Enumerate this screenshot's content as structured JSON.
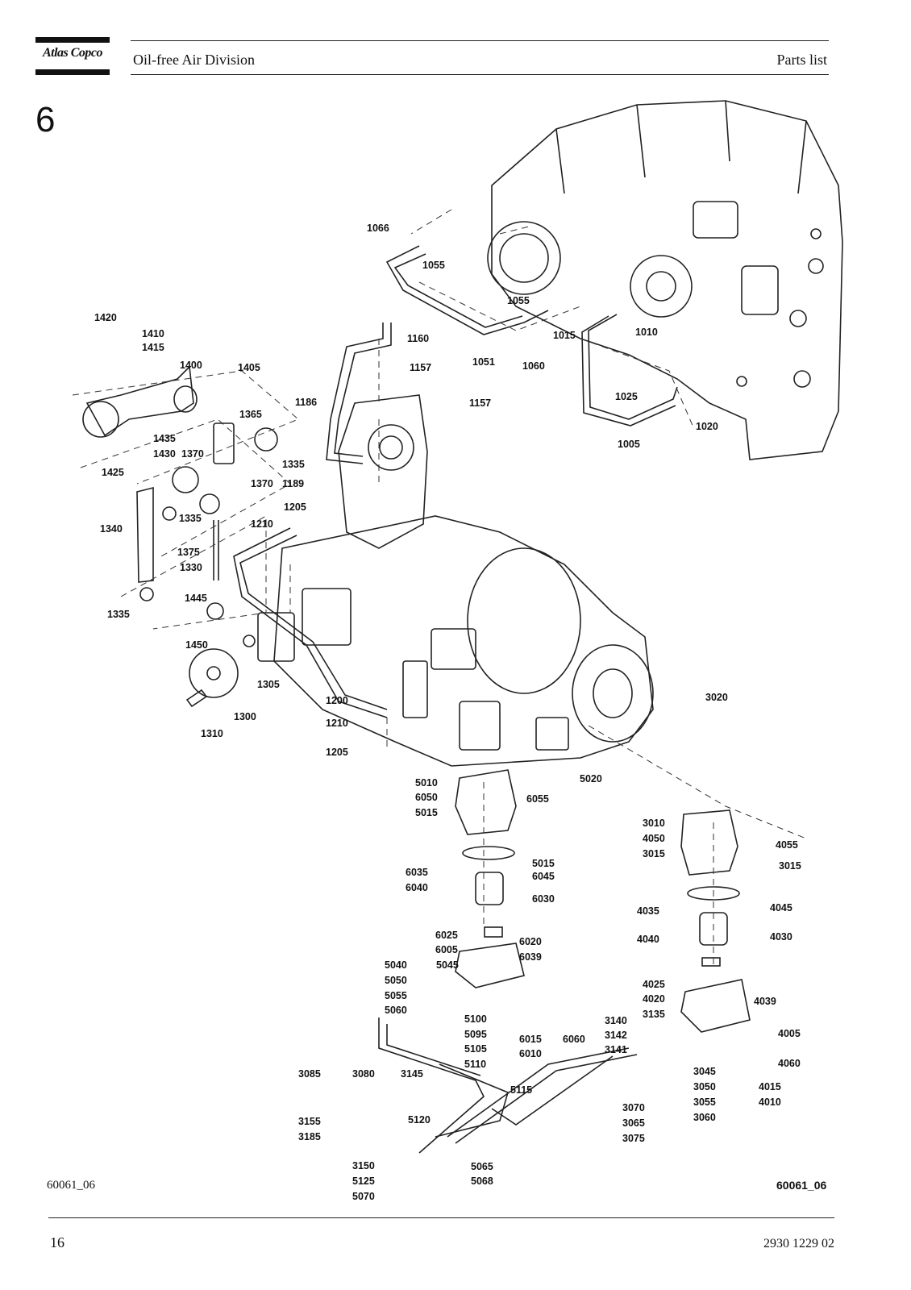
{
  "header": {
    "brand": "Atlas Copco",
    "division": "Oil-free Air Division",
    "doc_type": "Parts list",
    "section_number": "6"
  },
  "figure": {
    "id_left": "60061_06",
    "id_right": "60061_06",
    "part_labels": [
      "1066",
      "1055",
      "1055",
      "1015",
      "1010",
      "1060",
      "1051",
      "1160",
      "1157",
      "1157",
      "1186",
      "1025",
      "1020",
      "1005",
      "1420",
      "1410",
      "1415",
      "1400",
      "1405",
      "1365",
      "1435",
      "1430",
      "1370",
      "1425",
      "1335",
      "1335",
      "1370",
      "1189",
      "1340",
      "1375",
      "1330",
      "1205",
      "1210",
      "1445",
      "1335",
      "1450",
      "1305",
      "1300",
      "1310",
      "1200",
      "1210",
      "1205",
      "3020",
      "5020",
      "5010",
      "6050",
      "6055",
      "5015",
      "3010",
      "4050",
      "4055",
      "3015",
      "3015",
      "5015",
      "6045",
      "6035",
      "6040",
      "6030",
      "4035",
      "4045",
      "4040",
      "4030",
      "6025",
      "6020",
      "6005",
      "6039",
      "5040",
      "5045",
      "5050",
      "5055",
      "5060",
      "5100",
      "5095",
      "5105",
      "5110",
      "6015",
      "6060",
      "6010",
      "4025",
      "4020",
      "4039",
      "3140",
      "3135",
      "3142",
      "3141",
      "4005",
      "4060",
      "3045",
      "4015",
      "3050",
      "4010",
      "3055",
      "3060",
      "3085",
      "3080",
      "3145",
      "5115",
      "3155",
      "5120",
      "3185",
      "3070",
      "3065",
      "3075",
      "3150",
      "5125",
      "5065",
      "5068",
      "5070"
    ]
  },
  "footer": {
    "page_number": "16",
    "document_number": "2930 1229 02"
  }
}
